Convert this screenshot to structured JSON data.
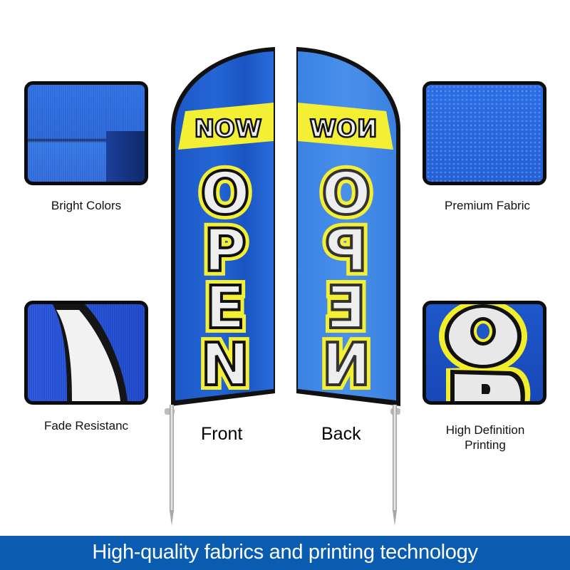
{
  "features": [
    {
      "id": "bright-colors",
      "label": "Bright Colors"
    },
    {
      "id": "premium-fabric",
      "label": "Premium Fabric"
    },
    {
      "id": "fade-resistance",
      "label": "Fade Resistanc"
    },
    {
      "id": "high-definition-printing",
      "label_line1": "High Definition",
      "label_line2": "Printing"
    }
  ],
  "flags": {
    "front": {
      "label": "Front",
      "top_word": "NOW",
      "main_word": "OPEN"
    },
    "back": {
      "label": "Back",
      "top_word": "NOW",
      "main_word": "OPEN",
      "mirrored": true
    }
  },
  "banner": {
    "text": "High-quality fabrics and printing technology"
  },
  "colors": {
    "flag_blue": "#1e5fd0",
    "flag_blue_back": "#3a86e4",
    "accent_yellow": "#f3f04a",
    "banner_blue": "#0a5cb0",
    "frame_black": "#0c0c0c"
  }
}
